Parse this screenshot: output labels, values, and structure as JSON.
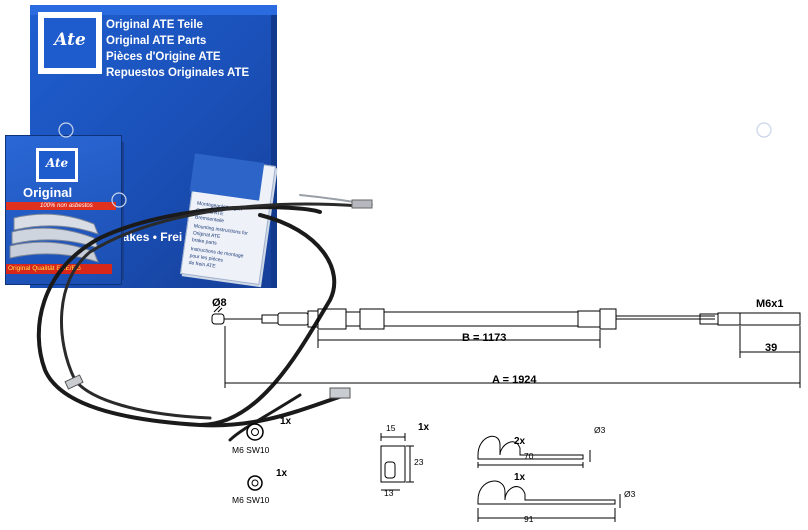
{
  "box": {
    "logo": "Ate",
    "lines": [
      "Original ATE Teile",
      "Original ATE Parts",
      "Pièces d'Origine ATE",
      "Repuestos Originales ATE"
    ],
    "side_text": "rakes • Frei    os"
  },
  "pad_box": {
    "logo": "Ate",
    "title": "Original",
    "asbestos": "100% non asbestos",
    "quality": "Original Qualität ECE/EG"
  },
  "booklet": {
    "lines": [
      "Montageanleitungen",
      "Original ATE",
      "Bremsenteile",
      "Mounting instructions for",
      "Original ATE",
      "brake parts",
      "Instructions de montage",
      "pour les pièces",
      "de frein ATE"
    ]
  },
  "cable": {
    "end_left_label": "Ø8",
    "end_right_label": "M6x1",
    "dim_b_label": "B = 1173",
    "dim_a_label": "A = 1924",
    "dim_thread_label": "39"
  },
  "parts": {
    "nut1": {
      "qty": "1x",
      "label": "M6 SW10"
    },
    "nut2": {
      "qty": "1x",
      "label": "M6 SW10"
    },
    "clip": {
      "qty": "1x",
      "width_label": "15",
      "height_label": "23",
      "bottom_label": "13"
    },
    "spring1": {
      "qty": "2x",
      "diameter_label": "Ø3",
      "length_label": "70"
    },
    "spring2": {
      "qty": "1x",
      "diameter_label": "Ø3",
      "length_label": "91"
    }
  },
  "colors": {
    "ate_blue": "#1a4fb6",
    "ate_red": "#d7261a",
    "cable_black": "#1a1a1a"
  }
}
